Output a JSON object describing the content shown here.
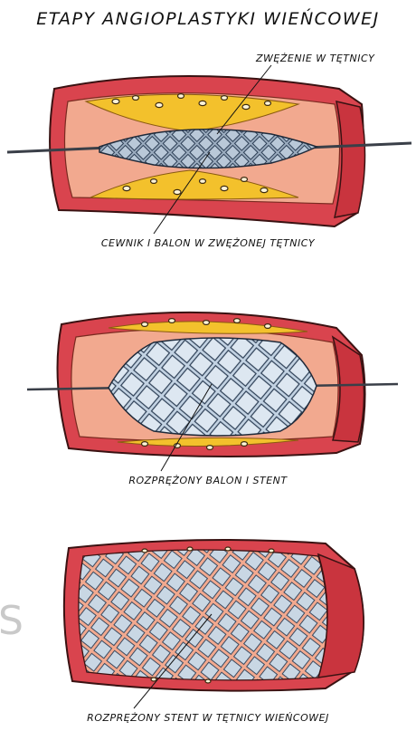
{
  "title": "ETAPY ANGIOPLASTYKI WIEŃCOWEJ",
  "stage1": {
    "label_narrowing": "ZWĘŻENIE W TĘTNICY",
    "label_catheter": "CEWNIK I BALON W ZWĘŻONEJ TĘTNICY"
  },
  "stage2": {
    "label": "ROZPRĘŻONY BALON I STENT"
  },
  "stage3": {
    "label": "ROZPRĘŻONY STENT W TĘTNICY WIEŃCOWEJ"
  },
  "watermark": "S",
  "colors": {
    "artery_wall": "#d9444e",
    "artery_inner": "#f2a98f",
    "plaque": "#f3c12c",
    "balloon": "#9aabbe",
    "stent_mesh": "#b9cde0",
    "cut_face": "#d43f48"
  }
}
